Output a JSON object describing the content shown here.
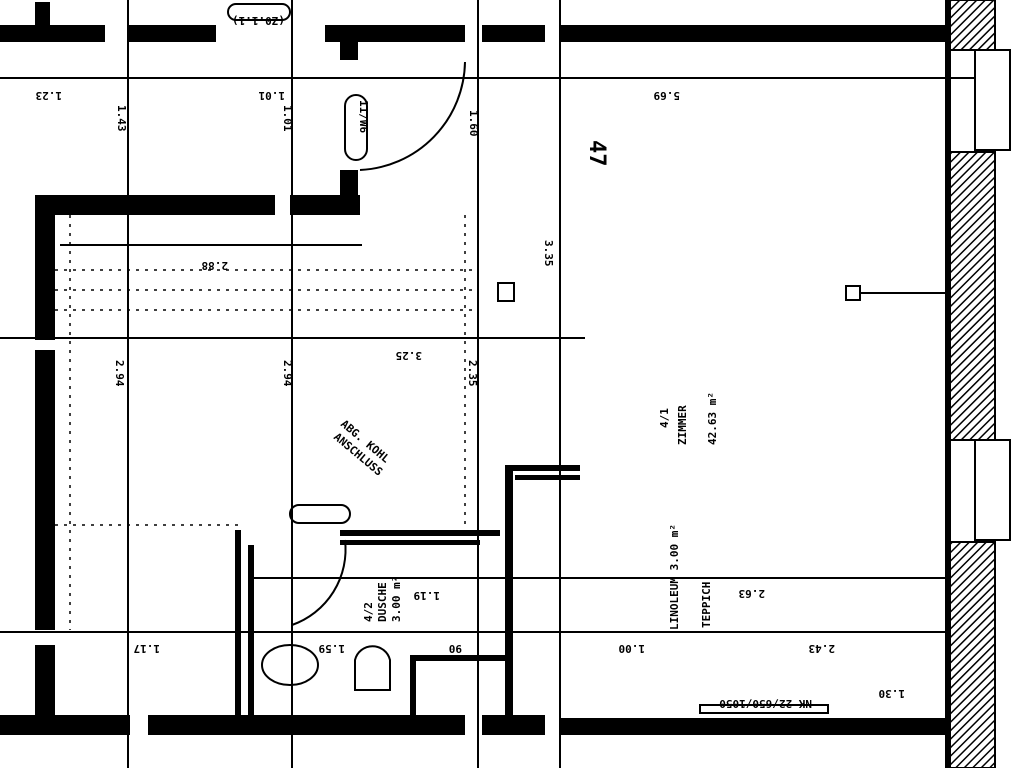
{
  "drawing": {
    "room_number": "47",
    "top_tag": "(Z0.1.1)",
    "door_tag": "11/W6",
    "dimensions": {
      "d1": "1.23",
      "d2": "1.01",
      "d3": "5.69",
      "d4": "1.43",
      "d5": "1.01",
      "d6": "1.60",
      "d7": "2.88",
      "d8": "3.25",
      "d9": "3.35",
      "d10": "2.94",
      "d11": "2.94",
      "d12": "2.35",
      "d13": "1.59",
      "d14": "1.19",
      "d15": "90",
      "d16": "1.00",
      "d17": "2.43",
      "d18": "2.63",
      "d19": "1.30",
      "d20": "1.17"
    },
    "room_main": {
      "id": "4/1",
      "name": "ZIMMER",
      "area": "42.63 m²"
    },
    "room_bath": {
      "id": "4/2",
      "name": "DUSCHE",
      "area": "3.00 m²"
    },
    "floor_note": "LINOLEUM 3.00 m²",
    "floor_note2": "TEPPICH",
    "radiator_note": "NK 22/650/1050",
    "annotation": [
      "ABG. KOHL",
      "ANSCHLUSS"
    ]
  }
}
